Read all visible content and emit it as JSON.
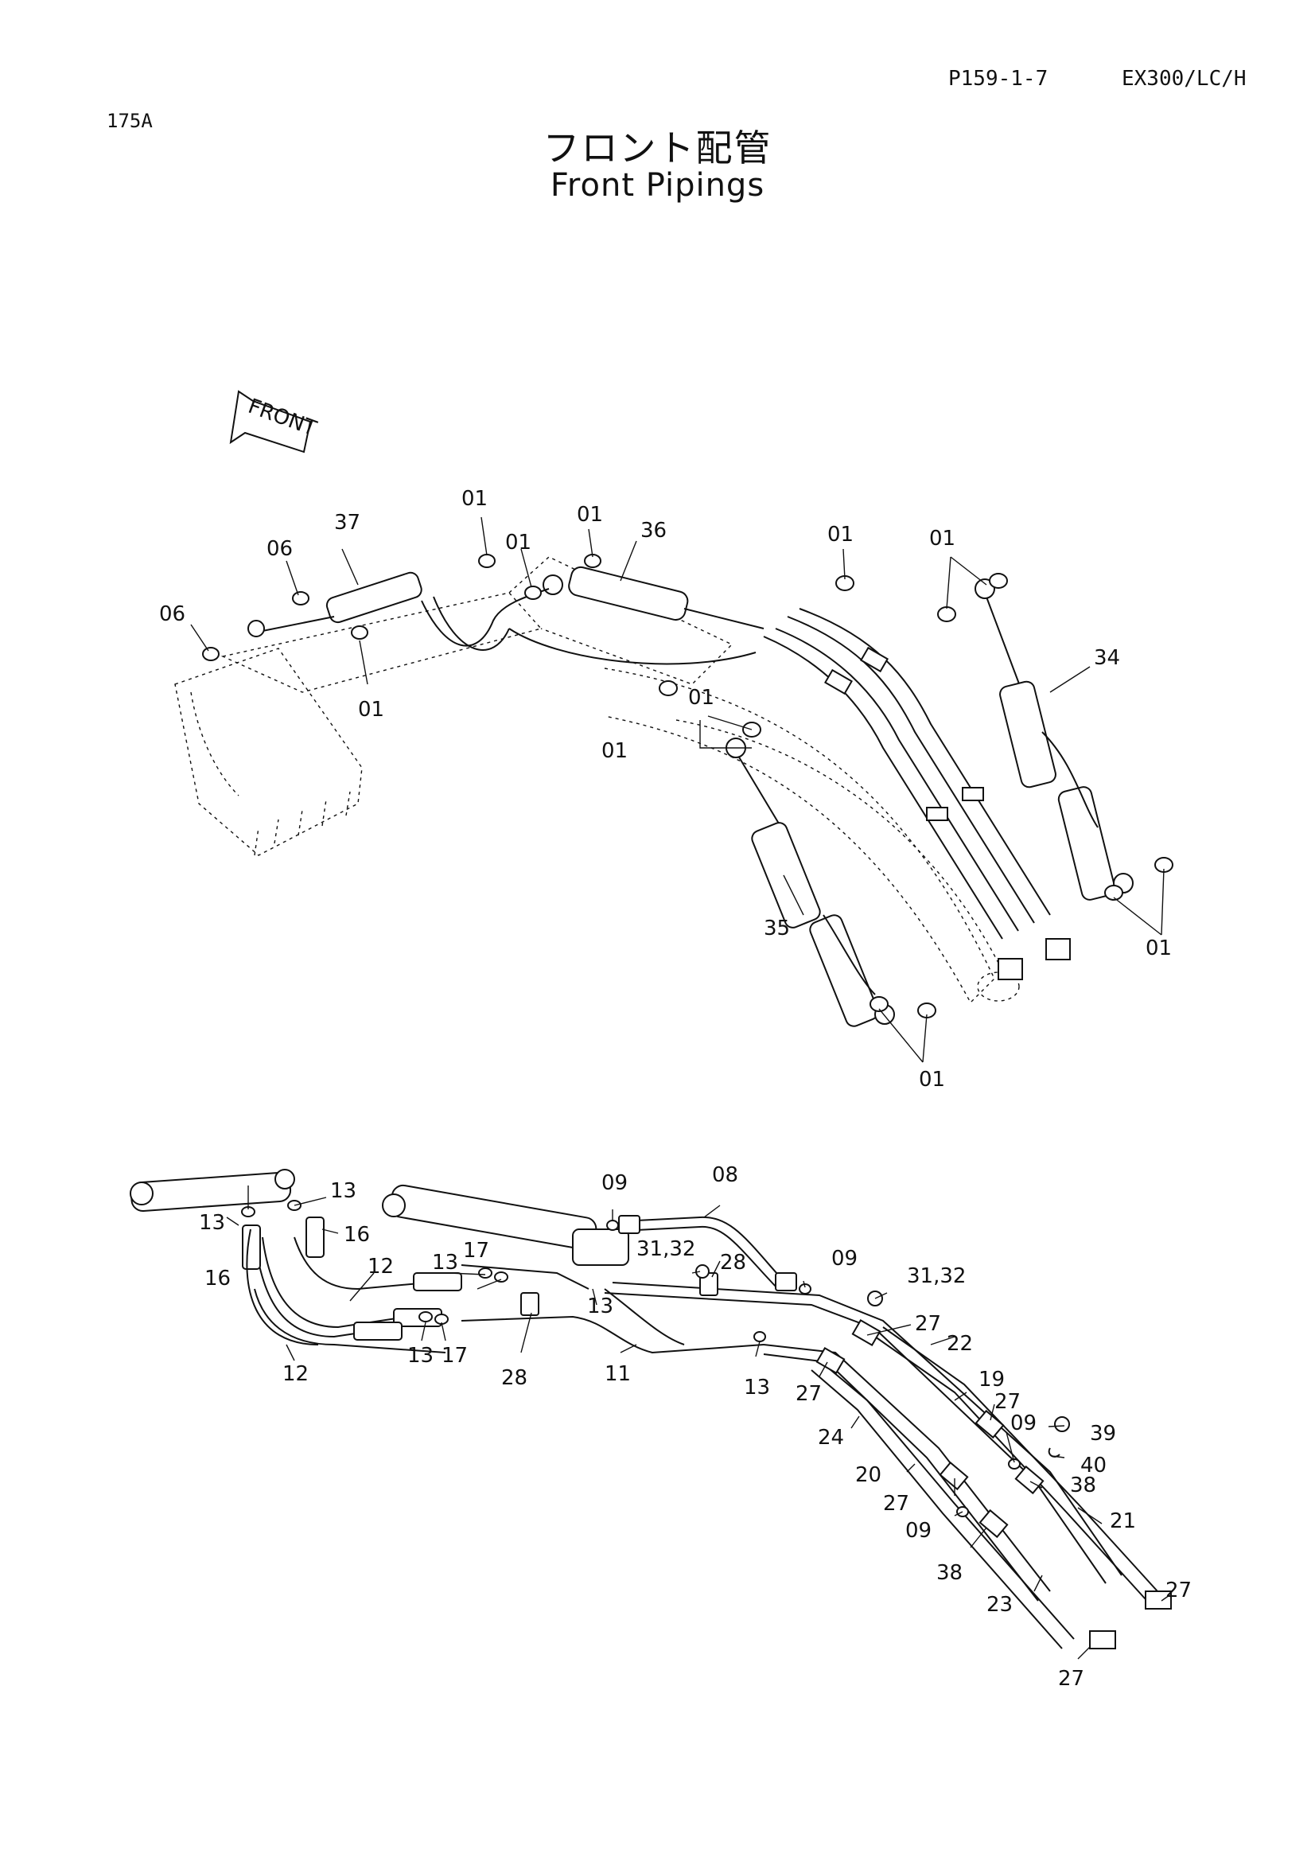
{
  "header": {
    "page_code": "P159-1-7",
    "model": "EX300/LC/H",
    "figure_code": "175A"
  },
  "title": {
    "japanese": "フロント配管",
    "english": "Front Pipings"
  },
  "front_arrow_label": "FRONT",
  "upper_labels": {
    "l37": "37",
    "l06a": "06",
    "l06b": "06",
    "l01a": "01",
    "l01b": "01",
    "l01c": "01",
    "l36": "36",
    "l01d": "01",
    "l01e": "01",
    "l01f": "01",
    "l34": "34",
    "l01g": "01",
    "l01h": "01",
    "l01i": "01",
    "l35": "35",
    "l01j": "01"
  },
  "lower_labels": {
    "l13a": "13",
    "l13b": "13",
    "l16a": "16",
    "l16b": "16",
    "l12a": "12",
    "l12b": "12",
    "l13c": "13",
    "l17a": "17",
    "l13d": "13",
    "l17b": "17",
    "l09a": "09",
    "l08": "08",
    "l3132a": "31,32",
    "l28a": "28",
    "l13e": "13",
    "l09b": "09",
    "l3132b": "31,32",
    "l28b": "28",
    "l11": "11",
    "l13f": "13",
    "l27a": "27",
    "l22": "22",
    "l27b": "27",
    "l19": "19",
    "l27c": "27",
    "l09c": "09",
    "l39": "39",
    "l40": "40",
    "l24": "24",
    "l38a": "38",
    "l20": "20",
    "l27d": "27",
    "l09d": "09",
    "l38b": "38",
    "l21": "21",
    "l23": "23",
    "l27e": "27",
    "l27f": "27"
  }
}
